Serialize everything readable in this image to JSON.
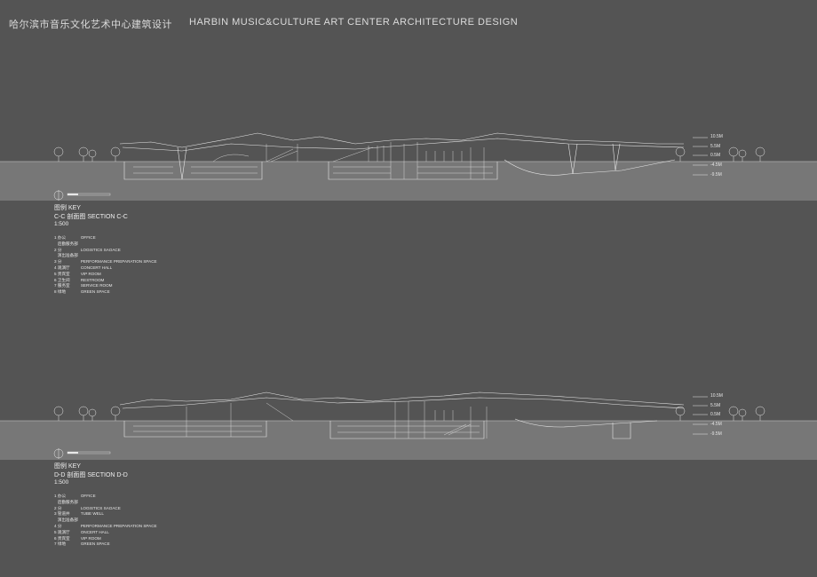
{
  "header": {
    "title_cn": "哈尔滨市音乐文化艺术中心建筑设计",
    "title_en": "HARBIN MUSIC&CULTURE ART CENTER ARCHITECTURE DESIGN"
  },
  "sections": [
    {
      "key_label": "图例    KEY",
      "title": "C-C 剖面图  SECTION C-C",
      "scale": "1:500",
      "levels": [
        "10.5M",
        "5.5M",
        "0.5M",
        "-4.5M",
        "-9.5M"
      ],
      "legend": [
        {
          "num": "1",
          "cn": "办公",
          "en": "OFFICE"
        },
        {
          "num": "2",
          "cn": "后勤服务部分",
          "en": "LOGISTICS SAOACE"
        },
        {
          "num": "3",
          "cn": "演出准备部分",
          "en": "PERFORMANCE PREPARATION SPACE"
        },
        {
          "num": "4",
          "cn": "观演厅",
          "en": "CONCERT HALL"
        },
        {
          "num": "5",
          "cn": "贵宾室",
          "en": "VIP ROOM"
        },
        {
          "num": "6",
          "cn": "卫生间",
          "en": "RESTROOM"
        },
        {
          "num": "7",
          "cn": "服务室",
          "en": "SERVICE ROOM"
        },
        {
          "num": "8",
          "cn": "绿地",
          "en": "GREEN SPACE"
        }
      ]
    },
    {
      "key_label": "图例    KEY",
      "title": "D-D 剖面图  SECTION D-D",
      "scale": "1:500",
      "levels": [
        "10.5M",
        "5.5M",
        "0.5M",
        "-4.5M",
        "-9.5M"
      ],
      "legend": [
        {
          "num": "1",
          "cn": "办公",
          "en": "OFFICE"
        },
        {
          "num": "2",
          "cn": "后勤服务部分",
          "en": "LOGISTICS SAOACE"
        },
        {
          "num": "3",
          "cn": "管道井",
          "en": "TUBE WELL"
        },
        {
          "num": "4",
          "cn": "演出准备部分",
          "en": "PERFORMANCE PREPARATION SPACE"
        },
        {
          "num": "5",
          "cn": "观演厅",
          "en": "ONCERT HALL"
        },
        {
          "num": "6",
          "cn": "贵宾室",
          "en": "VIP ROOM"
        },
        {
          "num": "7",
          "cn": "绿地",
          "en": "GREEN SPACE"
        }
      ]
    }
  ]
}
